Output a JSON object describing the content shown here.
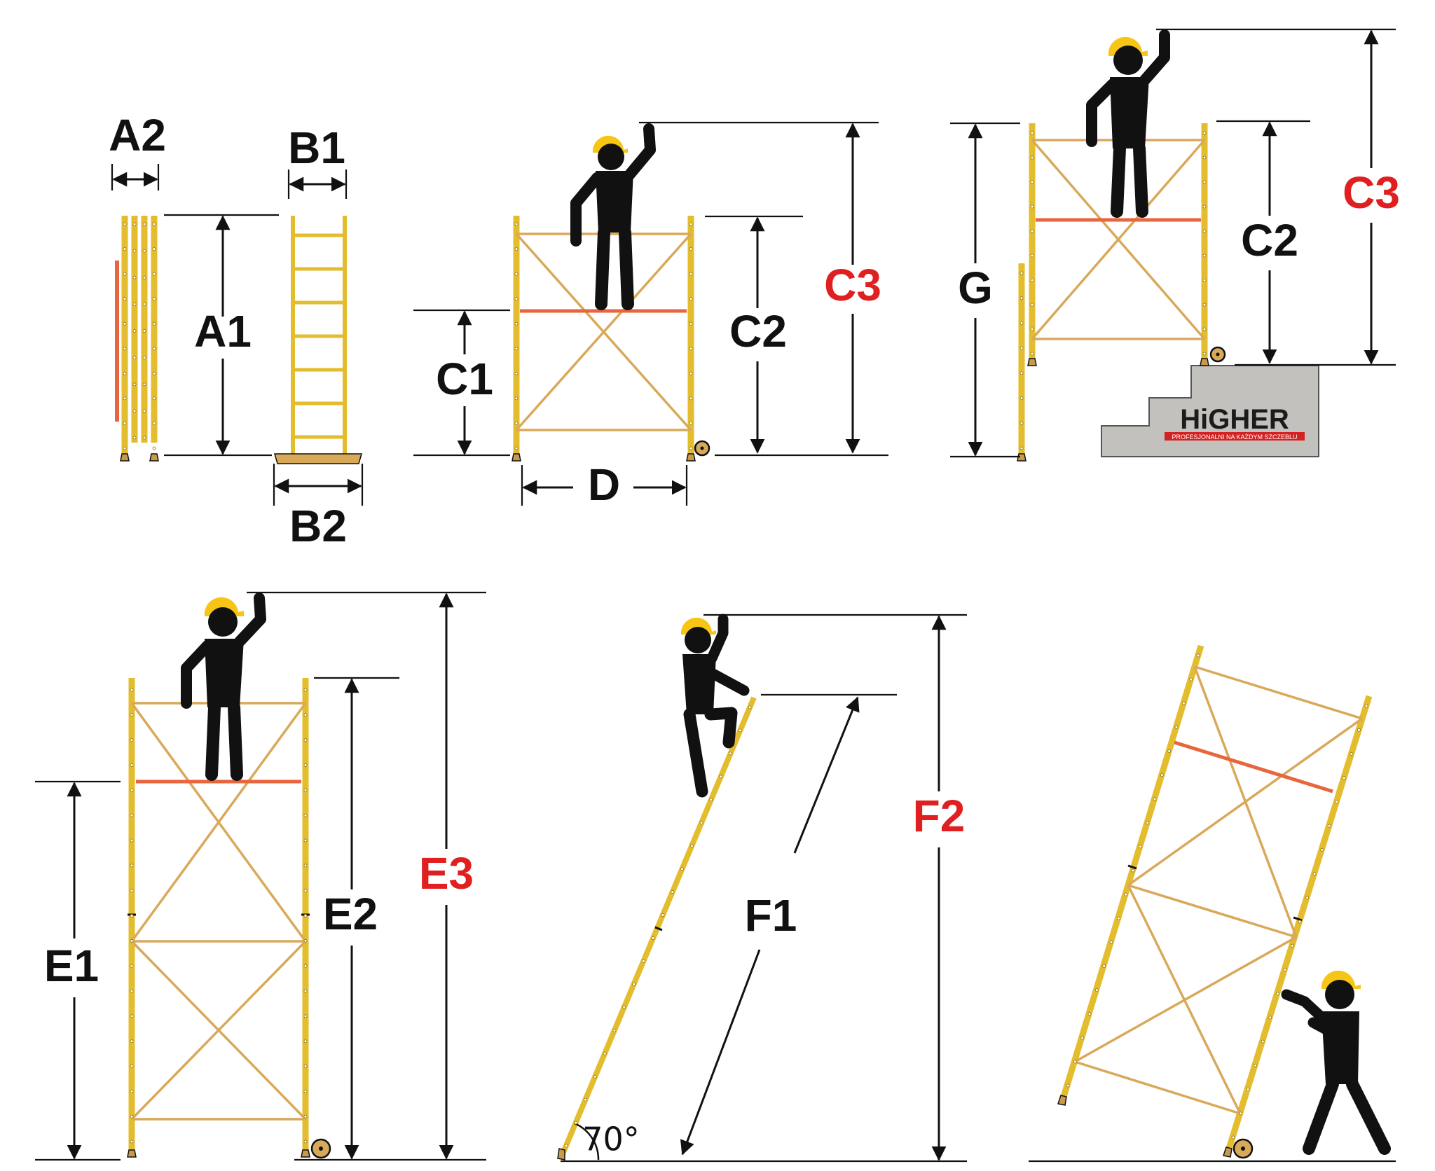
{
  "labels": {
    "a1": "A1",
    "a2": "A2",
    "b1": "B1",
    "b2": "B2",
    "c1": "C1",
    "c2_middle": "C2",
    "c3_middle": "C3",
    "c2_right": "C2",
    "c3_right": "C3",
    "g": "G",
    "d": "D",
    "e1": "E1",
    "e2": "E2",
    "e3": "E3",
    "f1": "F1",
    "f2": "F2",
    "angle": "70°"
  },
  "logo": {
    "brand": "HiGHER",
    "tagline": "PROFESJONALNI NA KAŻDYM SZCZEBLU"
  },
  "colors": {
    "frame": "#e3bd2e",
    "brace": "#d9a95a",
    "rail": "#e8663d",
    "highlight_label": "#e02020",
    "helmet": "#f6c515",
    "step_block": "#c3c1bd"
  }
}
